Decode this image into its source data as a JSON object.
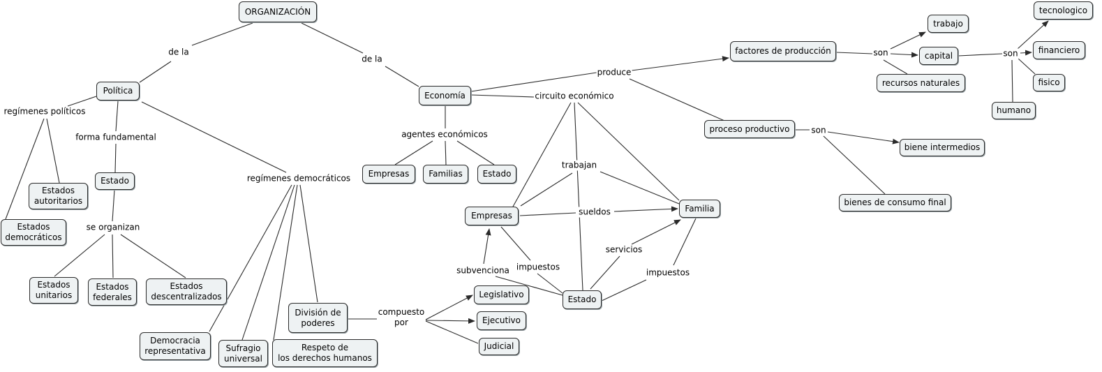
{
  "concepts": {
    "organizacion": "ORGANIZACIÓN",
    "politica": "Política",
    "economia": "Economía",
    "estado_pol": "Estado",
    "estados_autoritarios": "Estados\nautoritarios",
    "estados_democraticos": "Estados\ndemocráticos",
    "estados_unitarios": "Estados\nunitarios",
    "estados_federales": "Estados\nfederales",
    "estados_descentralizados": "Estados\ndescentralizados",
    "democracia_representativa": "Democracia\nrepresentativa",
    "sufragio_universal": "Sufragio\nuniversal",
    "respeto_derechos": "Respeto de\nlos derechos humanos",
    "division_poderes": "División de\npoderes",
    "legislativo": "Legislativo",
    "ejecutivo": "Ejecutivo",
    "judicial": "Judicial",
    "empresas_agentes": "Empresas",
    "familias": "Familias",
    "estado_agentes": "Estado",
    "empresas_circuito": "Empresas",
    "familia": "Familia",
    "estado_circuito": "Estado",
    "factores_produccion": "factores de producción",
    "trabajo": "trabajo",
    "capital": "capital",
    "recursos_naturales": "recursos naturales",
    "tecnologico": "tecnologico",
    "financiero": "financiero",
    "fisico": "fisico",
    "humano": "humano",
    "proceso_productivo": "proceso productivo",
    "biene_intermedios": "biene intermedios",
    "bienes_consumo_final": "bienes de consumo final"
  },
  "linking_phrases": {
    "de_la_1": "de la",
    "de_la_2": "de la",
    "regimenes_politicos": "regímenes políticos",
    "forma_fundamental": "forma fundamental",
    "regimenes_democraticos": "regímenes democráticos",
    "se_organizan": "se organizan",
    "compuesto_por": "compuesto\npor",
    "agentes_economicos": "agentes económicos",
    "circuito_economico": "circuito económico",
    "produce": "produce",
    "son_factores": "son",
    "son_capital": "son",
    "son_proceso": "son",
    "trabajan": "trabajan",
    "sueldos": "sueldos",
    "impuestos_empresas": "impuestos",
    "subvenciona": "subvenciona",
    "servicios": "servicios",
    "impuestos_familia": "impuestos"
  },
  "colors": {
    "node_fill": "#eef2f3",
    "node_border": "#2a2a2a",
    "line": "#2a2a2a"
  }
}
